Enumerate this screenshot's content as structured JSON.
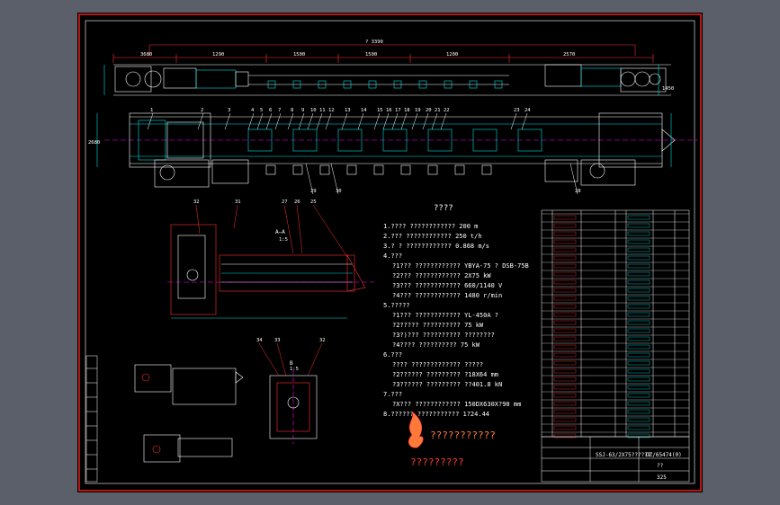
{
  "colors": {
    "background": "#5b5f6a",
    "sheet": "#000000",
    "frame": "#ff2020",
    "lines": "#ffffff",
    "dims": "#00e0e0",
    "outline": "#ff3030",
    "text": "#ffffff",
    "logo": "#ff7a3a",
    "centerline": "#ff00ff",
    "highlight": "#ffff00"
  },
  "tech_requirements": {
    "title": "????",
    "items": [
      "1.???? ???????????? 200 m",
      "2.??? ???????????? 250 t/h",
      "3.? ? ???????????? 0.868 m/s",
      "4.???",
      "?1??? ???????????? YBYA-75 ? DSB-75B",
      "?2??? ???????????? 2X75 kW",
      "?3??? ???????????? 660/1140 V",
      "?4??? ???????????? 1480 r/min",
      "5.?????",
      "?1??? ???????????? YL-450A ?",
      "?2????? ?????????? 75 kW",
      "?3?)??? ?????????? ????????",
      "?4???? ?????????? 75 kW",
      "6.???",
      "???? ????????????? ?????",
      "?2?????? ????????? ?18X64 mm",
      "?3?????? ????????? ??401.8 kN",
      "7.???",
      "?X??? ???????????? 150DX630X?90 mm",
      "8.?????? ??????????? 1?24.44"
    ]
  },
  "view_labels": {
    "section_aa": "A—A",
    "section_aa_scale": "1:5",
    "detail": "B",
    "detail_scale": "1:5"
  },
  "callouts_plan": [
    "1",
    "2",
    "3",
    "4",
    "5",
    "6",
    "7",
    "8",
    "9",
    "10",
    "11",
    "12",
    "13",
    "14",
    "15",
    "16",
    "17",
    "18",
    "19",
    "20",
    "21",
    "22",
    "23",
    "24",
    "28",
    "29",
    "30"
  ],
  "callouts_section": [
    "32",
    "31",
    "27",
    "26",
    "25"
  ],
  "callouts_detail": [
    "34",
    "33",
    "32"
  ],
  "dimensions": {
    "overall_length": "? 3390",
    "dim_a": "3680",
    "dim_b": "1290",
    "dim_c": "1500",
    "dim_d": "1500",
    "dim_e": "1200",
    "dim_f": "2570",
    "height_right": "1450",
    "height_plan": "2680"
  },
  "logo": {
    "line1": "???????????",
    "line2": "?????????"
  },
  "title_block": {
    "drawing_number": "DZ/65474(0)",
    "model": "SSJ-63/2X75??????",
    "material": "??",
    "scale": "325"
  }
}
